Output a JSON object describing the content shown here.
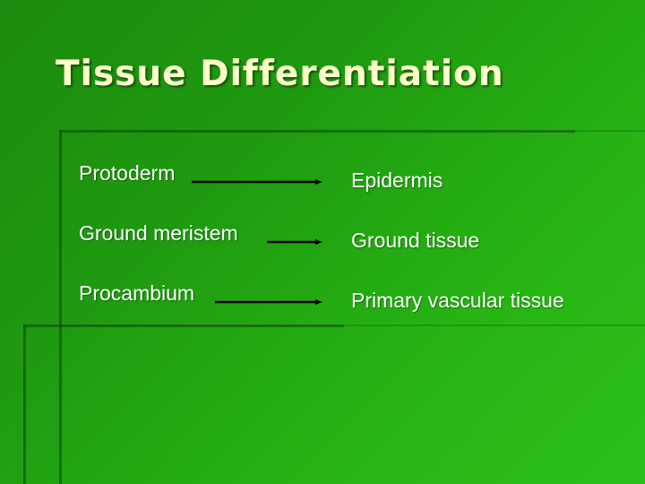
{
  "title": "Tissue Differentiation",
  "rows": [
    {
      "from": "Protoderm",
      "to": "Epidermis"
    },
    {
      "from": "Ground meristem",
      "to": "Ground tissue"
    },
    {
      "from": "Procambium",
      "to": "Primary vascular tissue"
    }
  ],
  "colors": {
    "background": "#22a612",
    "title": "#ffffcc",
    "text": "#ffffff",
    "arrow": "#000000"
  }
}
